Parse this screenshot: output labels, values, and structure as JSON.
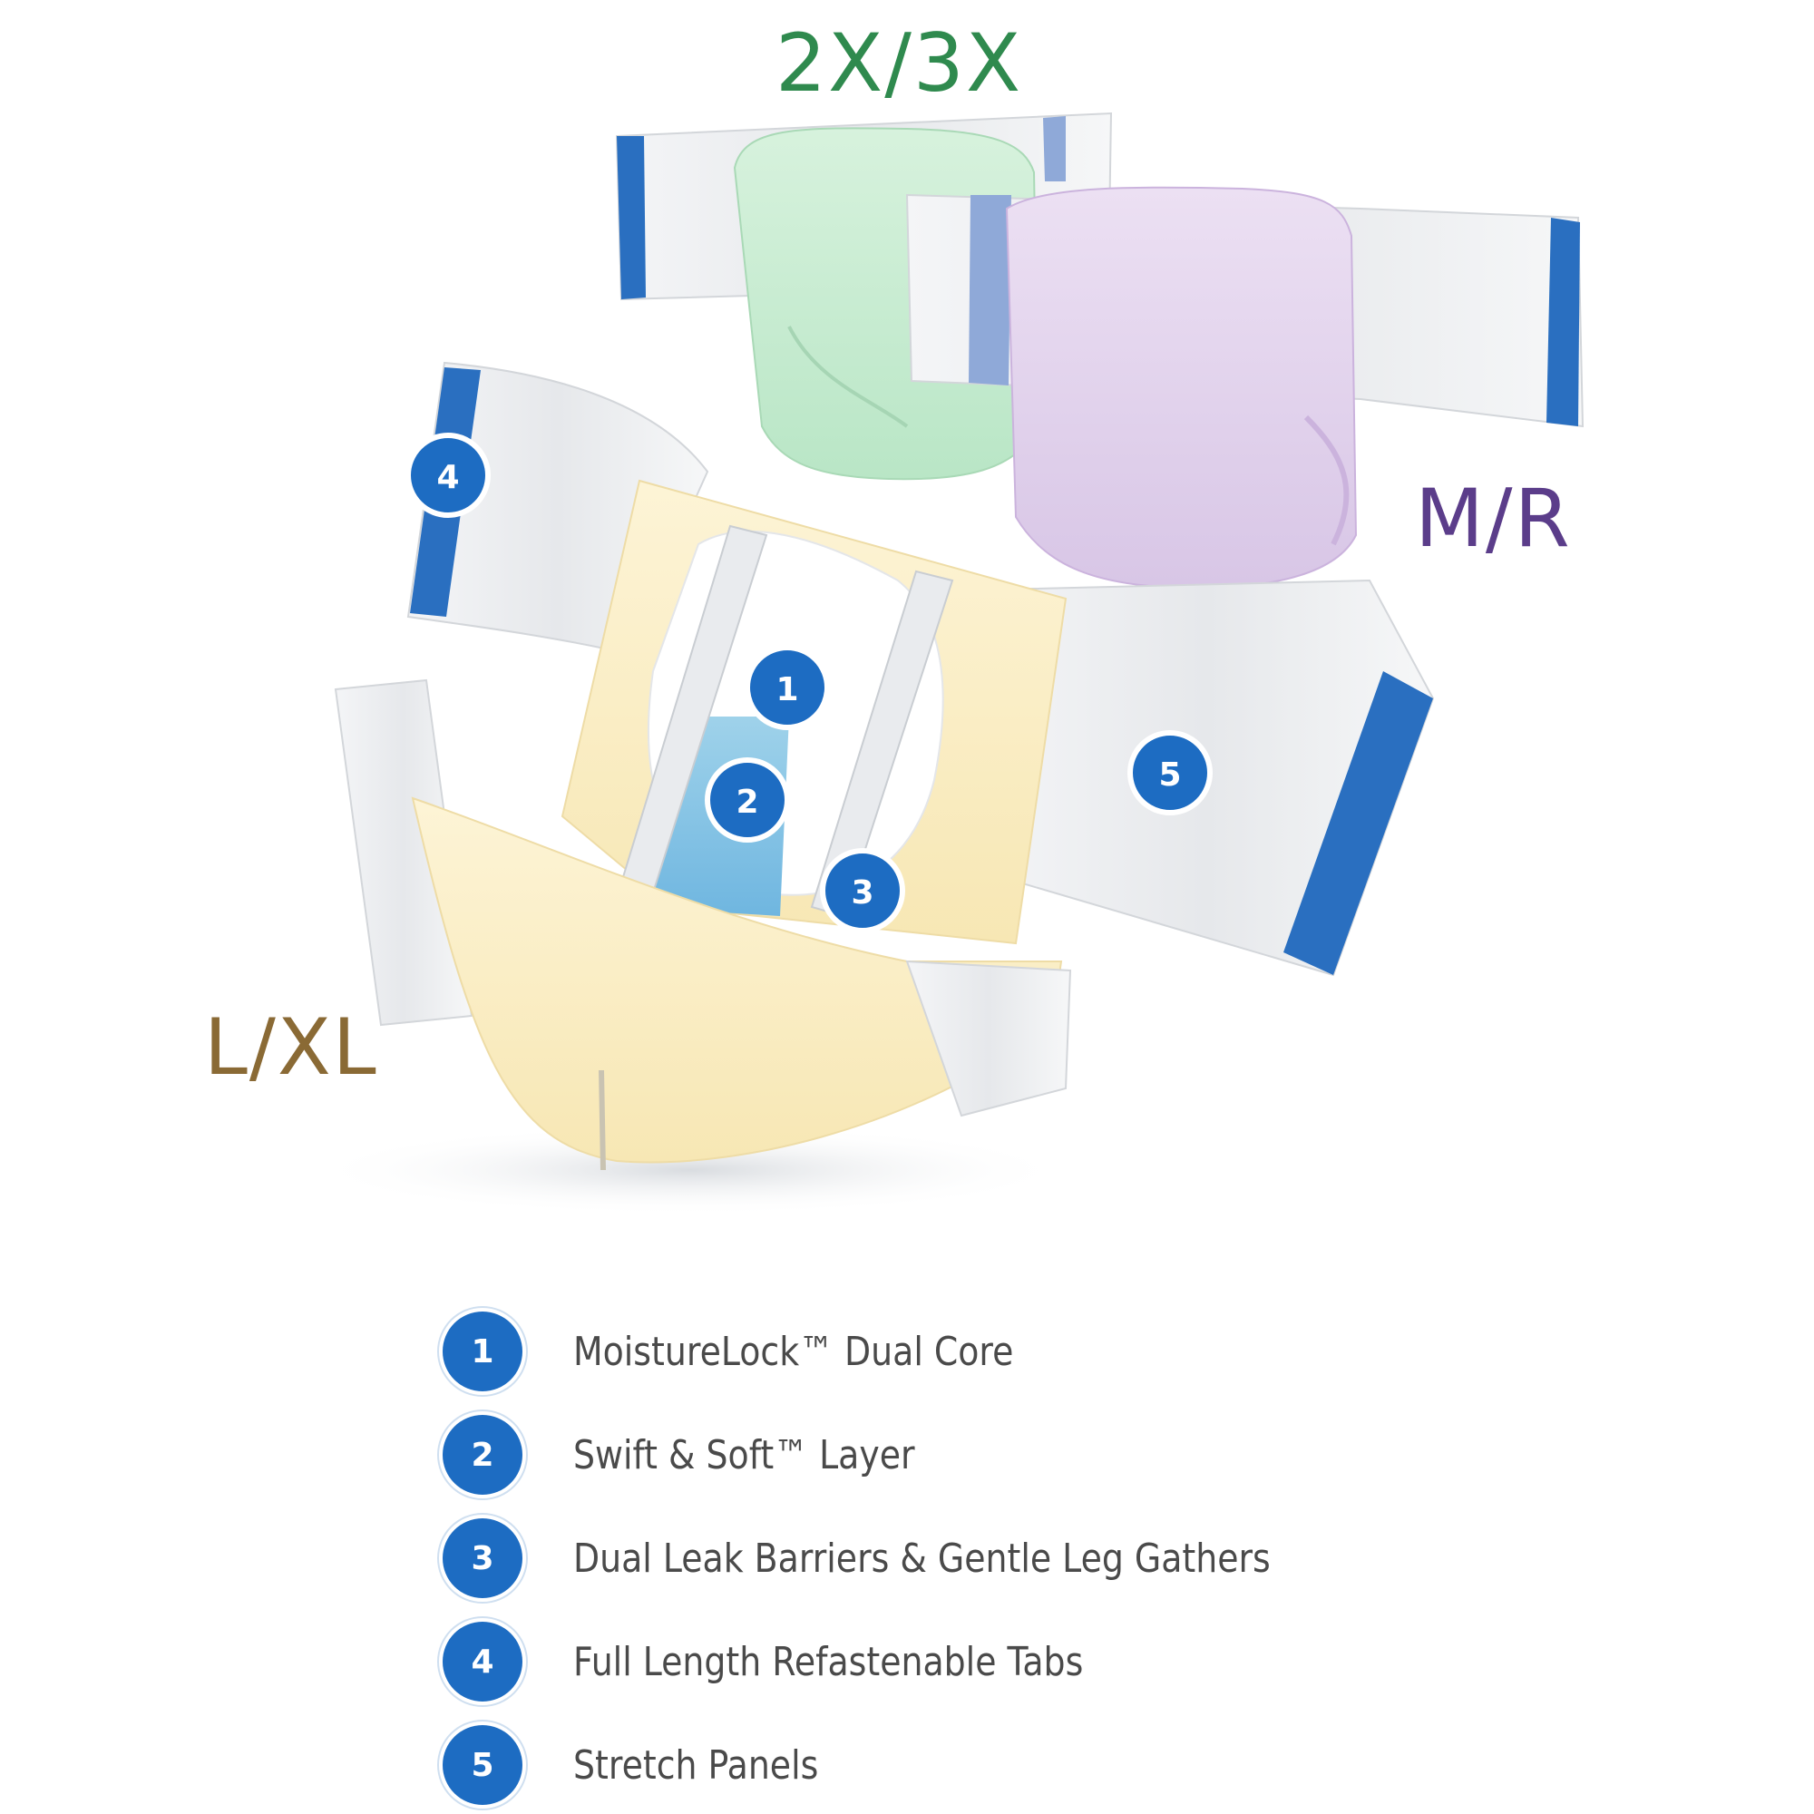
{
  "sizes": {
    "xxl": {
      "label": "2X/3X",
      "color": "#2f8a4e"
    },
    "mr": {
      "label": "M/R",
      "color": "#5b3d8a"
    },
    "lxl": {
      "label": "L/XL",
      "color": "#8a6a35"
    }
  },
  "colors": {
    "badge": "#1d6cc2",
    "tape_blue": "#2a6fc0",
    "green_body": "#c8ecd2",
    "purple_body": "#e2d3ec",
    "yellow_body": "#fbefc6"
  },
  "callouts": [
    "1",
    "2",
    "3",
    "4",
    "5"
  ],
  "legend": [
    {
      "number": "1",
      "text": "MoistureLock™ Dual Core"
    },
    {
      "number": "2",
      "text": "Swift & Soft™ Layer"
    },
    {
      "number": "3",
      "text": "Dual Leak Barriers & Gentle Leg Gathers"
    },
    {
      "number": "4",
      "text": "Full Length Refastenable Tabs"
    },
    {
      "number": "5",
      "text": "Stretch Panels"
    }
  ]
}
